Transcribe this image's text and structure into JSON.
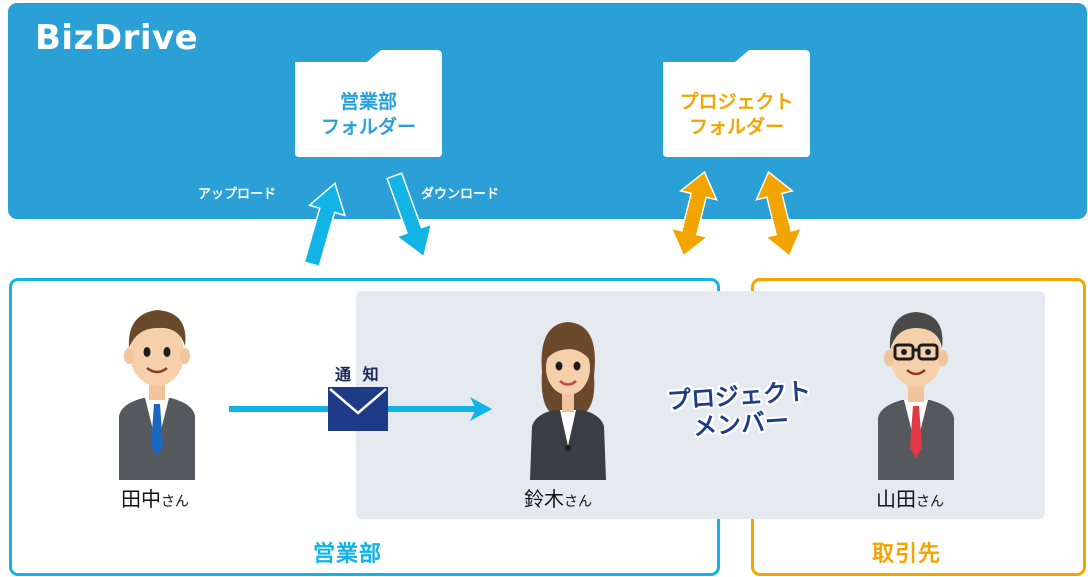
{
  "app": {
    "title": "BizDrive"
  },
  "folders": {
    "sales": {
      "line1": "営業部",
      "line2": "フォルダー",
      "color": "#2aa0d6"
    },
    "project": {
      "line1": "プロジェクト",
      "line2": "フォルダー",
      "color": "#f2a500"
    }
  },
  "arrows": {
    "upload_label": "アップロード",
    "download_label": "ダウンロード"
  },
  "notification": {
    "label": "通 知"
  },
  "project_members": {
    "line1": "プロジェクト",
    "line2": "メンバー"
  },
  "people": {
    "tanaka": {
      "name": "田中",
      "suffix": "さん"
    },
    "suzuki": {
      "name": "鈴木",
      "suffix": "さん"
    },
    "yamada": {
      "name": "山田",
      "suffix": "さん"
    }
  },
  "groups": {
    "sales": {
      "label": "営業部",
      "color": "#12b4e6"
    },
    "partner": {
      "label": "取引先",
      "color": "#f2a500"
    }
  },
  "colors": {
    "panel": "#2aa0d6",
    "cyan_arrow": "#12b4e6",
    "orange_arrow": "#f2a500",
    "navy": "#1d3b86",
    "project_bg": "#e5eaf1"
  }
}
